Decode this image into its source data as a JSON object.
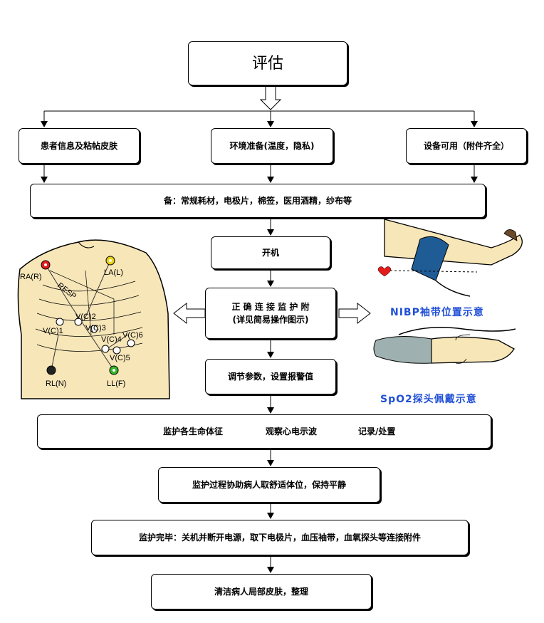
{
  "flow": {
    "assess": "评估",
    "patient_info": "患者信息及粘帖皮肤",
    "environment": "环境准备(温度，隐私)",
    "equipment": "设备可用（附件齐全）",
    "prepare": "备：常规耗材，电极片，棉签，医用酒精，纱布等",
    "power_on": "开机",
    "connect_line1": "正 确 连 接 监 护 附",
    "connect_line2": "(详见简易操作图示)",
    "adjust": "调节参数，设置报警值",
    "monitor_step1": "监护各生命体征",
    "monitor_step2": "观察心电示波",
    "monitor_step3": "记录/处置",
    "assist": "监护过程协助病人取舒适体位，保持平静",
    "finish": "监护完毕：关机并断开电源，取下电极片，血压袖带，血氧探头等连接附件",
    "clean": "清洁病人局部皮肤，整理"
  },
  "illustrations": {
    "nibp_caption": "NIBP袖带位置示意",
    "spo2_caption": "SpO2探头佩戴示意",
    "ecg_labels": {
      "ra": "RA(R)",
      "la": "LA(L)",
      "rl": "RL(N)",
      "ll": "LL(F)",
      "resp": "RESP",
      "v1": "V(C)1",
      "v2": "V(C)2",
      "v3": "V(C)3",
      "v4": "V(C)4",
      "v5": "V(C)5",
      "v6": "V(C)6"
    }
  },
  "colors": {
    "caption_blue": "#1f4fd6",
    "skin": "#f7e6b8",
    "cuff": "#1f5c96",
    "ra_electrode": "#e41b1b",
    "la_electrode": "#e8d21a",
    "ll_electrode": "#35b82c",
    "rl_electrode": "#222222"
  },
  "icons": [
    "hollow-down-arrow",
    "hollow-left-arrow",
    "hollow-right-arrow",
    "heart-icon"
  ]
}
